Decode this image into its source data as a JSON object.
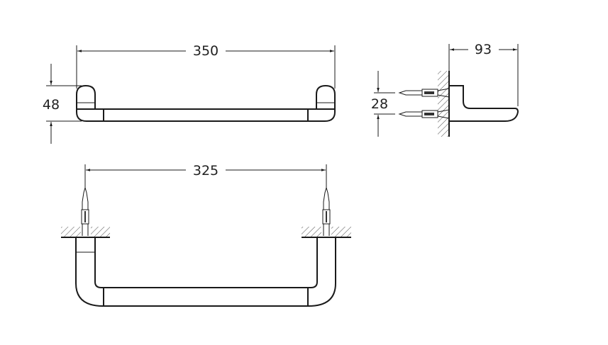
{
  "dimensions": {
    "front_width": "350",
    "front_height": "48",
    "side_depth": "93",
    "side_screw_spacing": "28",
    "bottom_center_distance": "325"
  },
  "colors": {
    "line": "#1a1a1a",
    "background": "#ffffff"
  }
}
